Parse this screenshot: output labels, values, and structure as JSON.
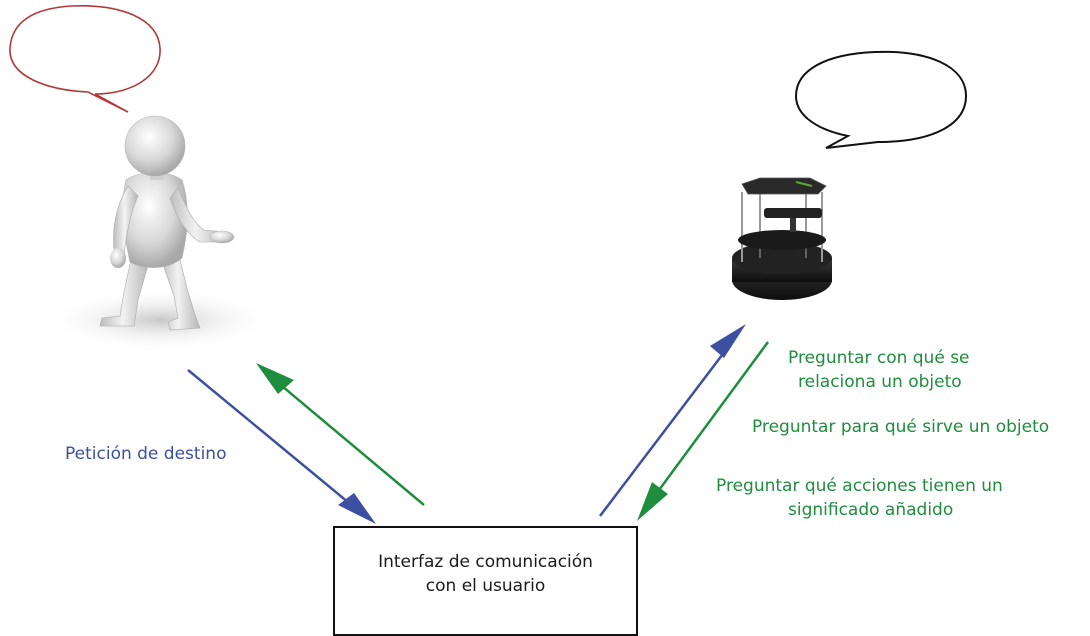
{
  "labels": {
    "destination_request": "Petición de destino",
    "ask_related_line1": "Preguntar con qué se",
    "ask_related_line2": "relaciona un objeto",
    "ask_purpose": "Preguntar para qué sirve un objeto",
    "ask_actions_line1": "Preguntar qué acciones tienen un",
    "ask_actions_line2": "significado añadido"
  },
  "interface_box": {
    "line1": "Interfaz de comunicación",
    "line2": "con el usuario"
  },
  "colors": {
    "blue_arrow": "#3c4fa1",
    "green_arrow": "#1e8e3e",
    "person_bubble_border": "#b03a3a",
    "robot_bubble_border": "#111111"
  },
  "icons": {
    "person": "3d-person-figure",
    "robot": "turtlebot-robot",
    "person_bubble": "speech-bubble-icon",
    "robot_bubble": "speech-bubble-icon"
  }
}
